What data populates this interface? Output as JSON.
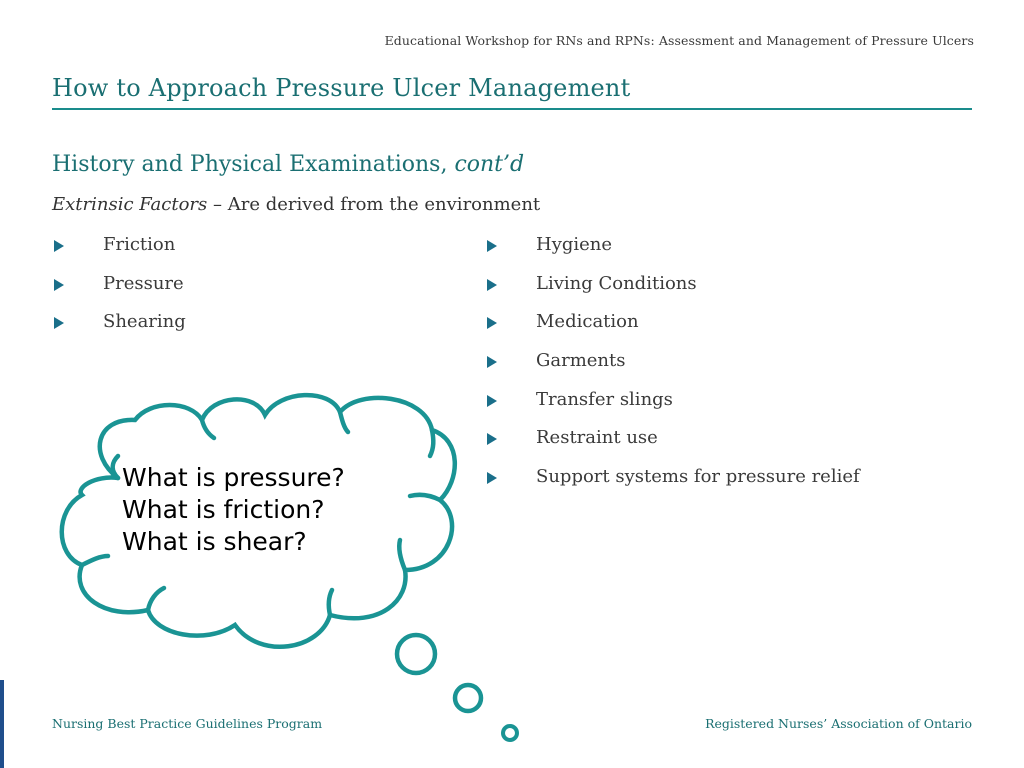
{
  "header": {
    "text": "Educational Workshop for RNs and RPNs: Assessment and Management of Pressure Ulcers"
  },
  "slide": {
    "title": "How to Approach Pressure Ulcer Management",
    "subtitle_main": "History and Physical Examinations, ",
    "subtitle_italic": "cont’d",
    "intro_italic": "Extrinsic Factors",
    "intro_rest": " – Are derived from the environment"
  },
  "left_items": [
    {
      "label": "Friction"
    },
    {
      "label": "Pressure"
    },
    {
      "label": "Shearing"
    }
  ],
  "right_items": [
    {
      "label": "Hygiene"
    },
    {
      "label": "Living Conditions"
    },
    {
      "label": "Medication"
    },
    {
      "label": "Garments"
    },
    {
      "label": "Transfer slings"
    },
    {
      "label": "Restraint use"
    },
    {
      "label": "Support systems for pressure relief"
    }
  ],
  "thought_cloud": {
    "lines": [
      "What is pressure?",
      "What is friction?",
      "What is shear?"
    ]
  },
  "footer": {
    "left": "Nursing Best Practice Guidelines Program",
    "right": "Registered Nurses’ Association of Ontario"
  },
  "colors": {
    "accent_teal": "#1a8c8c",
    "title_teal": "#1a6f72",
    "bullet": "#1a6f8a"
  }
}
